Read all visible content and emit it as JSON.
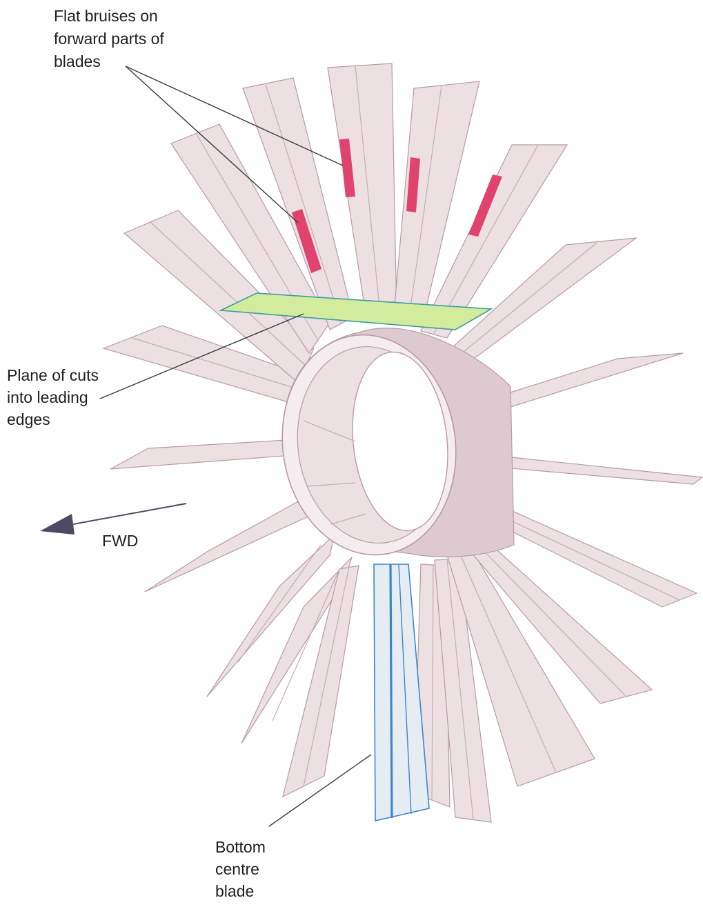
{
  "labels": {
    "bruises": [
      "Flat bruises on",
      "forward parts of",
      "blades"
    ],
    "plane": [
      "Plane of cuts",
      "into leading",
      "edges"
    ],
    "fwd": "FWD",
    "bottom": [
      "Bottom",
      "centre",
      "blade"
    ]
  },
  "colors": {
    "blade_fill": "#ece0e3",
    "blade_shade": "#ddc9cf",
    "blade_edge": "#b89aa4",
    "bruise": "#e0436e",
    "cut_plane_fill": "#d3eb9c",
    "cut_plane_edge": "#3a9ea0",
    "centre_blade_fill": "#e6edf2",
    "centre_blade_edge": "#3b86c8",
    "arrow": "#4c4a63",
    "leader_line": "#3a3a3a"
  }
}
